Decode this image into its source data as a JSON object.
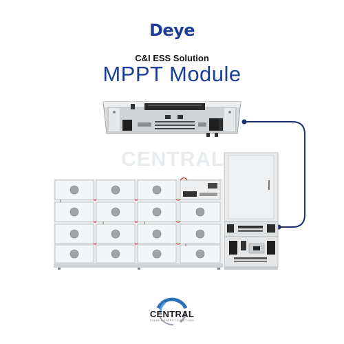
{
  "brand": {
    "name": "Deye"
  },
  "header": {
    "subtitle": "C&I ESS Solution",
    "title": "MPPT Module"
  },
  "watermark": {
    "text": "CENTRAL"
  },
  "company_logo": {
    "name": "CENTRAL",
    "tagline": "SOLAR & ENERGY SOLUTIONS"
  },
  "colors": {
    "brand_blue": "#1f3f97",
    "connector_navy": "#1a2f6e",
    "cable_red": "#c0392b",
    "logo_ring_blue": "#2b72b8"
  }
}
